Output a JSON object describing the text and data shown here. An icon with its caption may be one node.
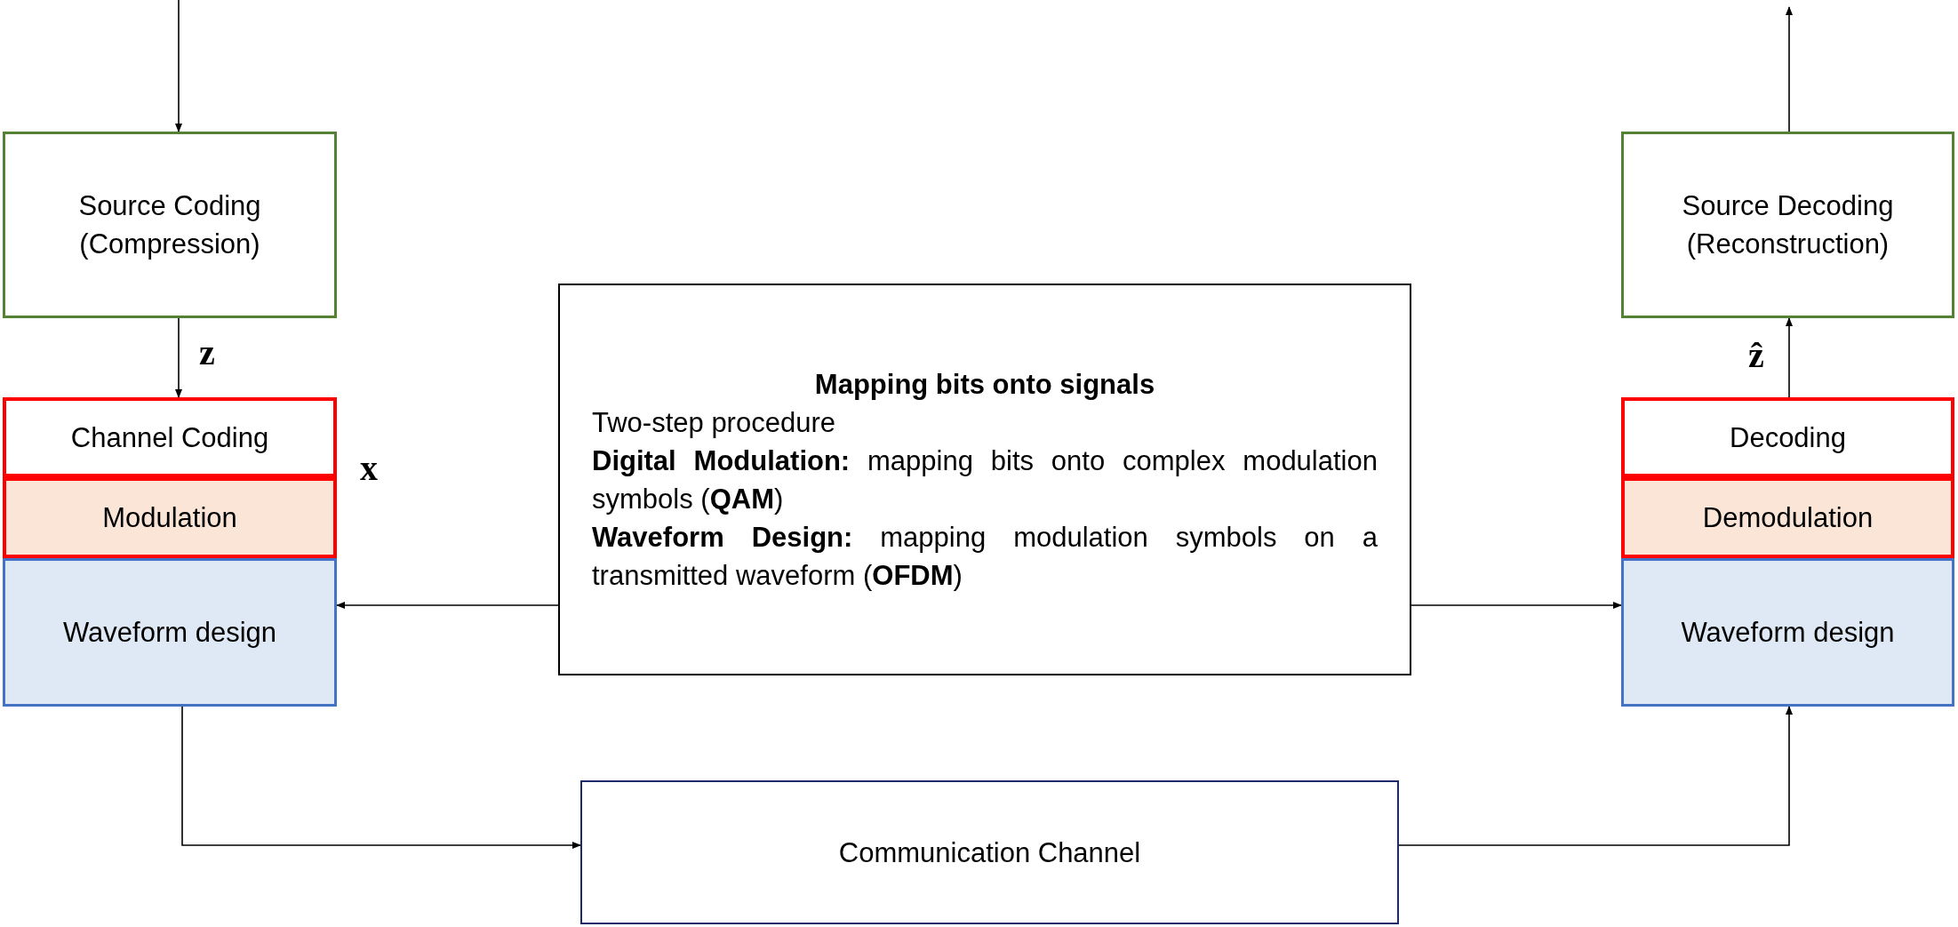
{
  "diagram": {
    "nodes": [
      {
        "text": [
          "Source Coding (Compression)"
        ]
      },
      {
        "text": [
          "Channel Coding"
        ]
      },
      {
        "text": [
          "Modulation"
        ]
      },
      {
        "text": [
          "Waveform design"
        ]
      },
      {
        "text": [
          "Mapping bits onto signals",
          "Two-step procedure",
          "**Digital Modulation:** mapping bits onto complex modulation symbols (**QAM**)",
          "**Waveform Design:** mapping modulation symbols on a transmitted waveform (**OFDM**)"
        ]
      },
      {
        "text": [
          "Source Decoding (Reconstruction)"
        ]
      },
      {
        "text": [
          "Decoding"
        ]
      },
      {
        "text": [
          "Demodulation"
        ]
      },
      {
        "text": [
          "Waveform design"
        ]
      },
      {
        "text": [
          "Communication Channel"
        ]
      }
    ],
    "edges": [
      {
        "from": null,
        "to": 0,
        "arrow": "to"
      },
      {
        "from": 0,
        "to": 1,
        "arrow": "to",
        "label": "z"
      },
      {
        "from": 4,
        "to": 3,
        "arrow": "to"
      },
      {
        "from": 4,
        "to": 8,
        "arrow": "to"
      },
      {
        "from": 3,
        "to": 9,
        "arrow": "to"
      },
      {
        "from": 9,
        "to": 8,
        "arrow": "to"
      },
      {
        "from": 6,
        "to": 5,
        "arrow": "to",
        "label": "ẑ"
      },
      {
        "from": 5,
        "to": null,
        "arrow": "to"
      }
    ],
    "labels": [
      "x"
    ]
  }
}
